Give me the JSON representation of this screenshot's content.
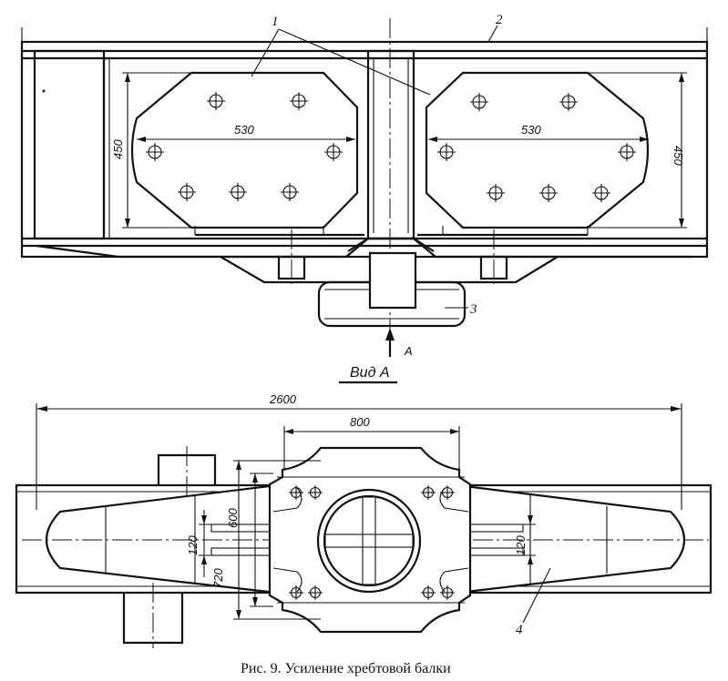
{
  "top_view": {
    "dim_width_left": "530",
    "dim_width_right": "530",
    "dim_height_left": "450",
    "dim_height_right": "450",
    "callouts": [
      "1",
      "2",
      "3"
    ],
    "view_arrow_letter": "А"
  },
  "view_title": "Вид  А",
  "bottom_view": {
    "dim_overall": "2600",
    "dim_plate": "800",
    "dim_600": "600",
    "dim_720": "720",
    "dim_120_left": "120",
    "dim_120_right": "120",
    "callout": "4"
  },
  "caption": "Рис. 9. Усиление хребтовой балки"
}
